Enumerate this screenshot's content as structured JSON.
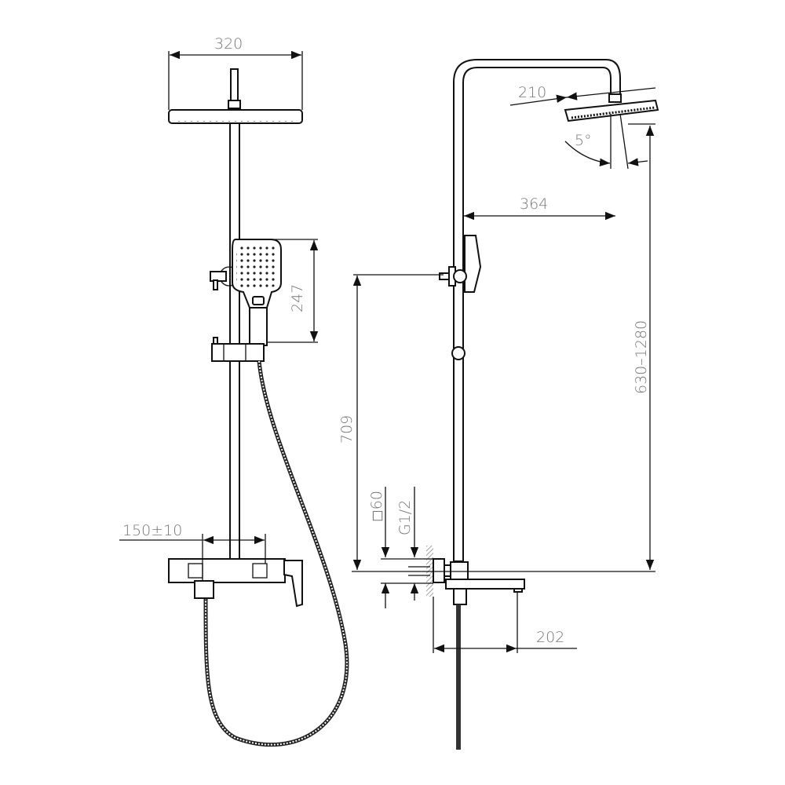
{
  "drawing": {
    "front_view": {
      "rain_head_width": "320",
      "hand_shower_height": "247",
      "inlet_spacing": "150±10"
    },
    "side_view": {
      "rain_head_size": "210",
      "tilt_angle": "5°",
      "arm_reach": "364",
      "height_range": "630–1280",
      "mixer_height": "709",
      "wall_plate": "◻60",
      "thread": "G1/2",
      "spout_length": "202"
    }
  },
  "colors": {
    "line": "#111111",
    "dimension_text": "#777777"
  }
}
